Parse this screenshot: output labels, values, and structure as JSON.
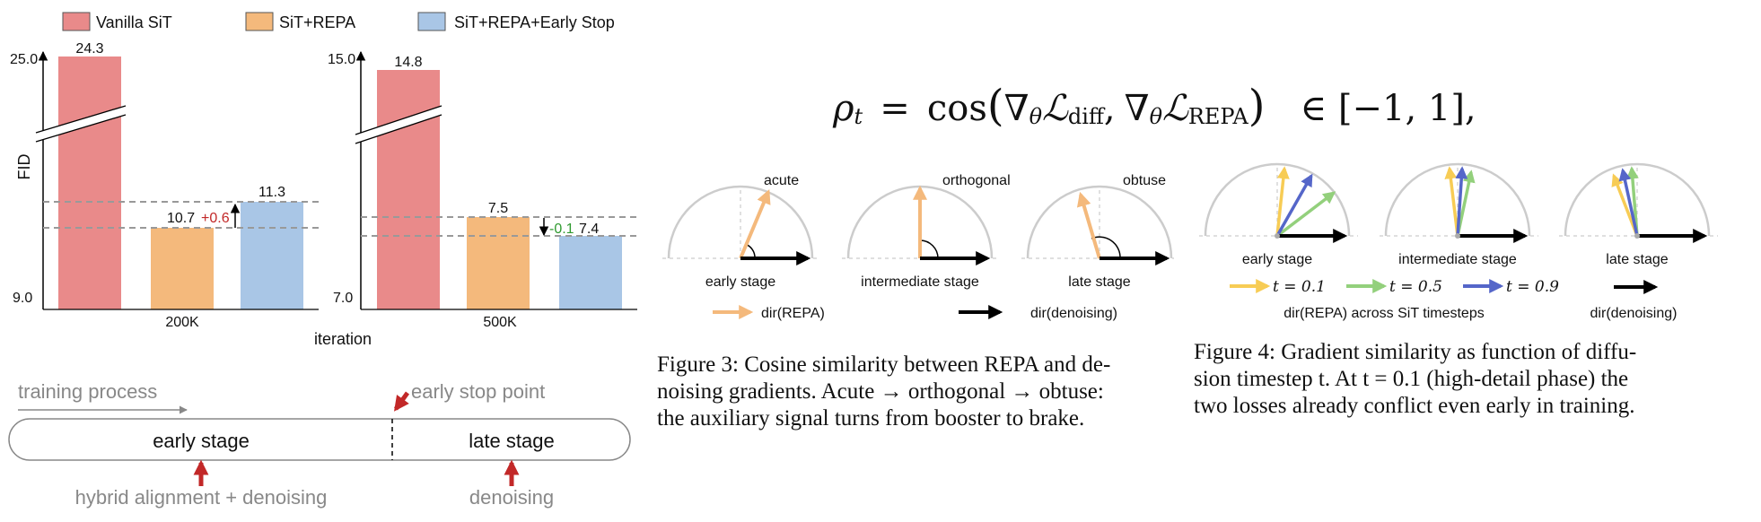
{
  "legend": {
    "vanilla": "Vanilla SiT",
    "repa": "SiT+REPA",
    "early_stop": "SiT+REPA+Early Stop"
  },
  "colors": {
    "vanilla": "#e98a8a",
    "repa": "#f4b97c",
    "early_stop": "#a9c6e6",
    "blue_arrow": "#5566c9",
    "green_arrow": "#93d07c",
    "orange_arrow": "#f4b97c",
    "yellow_arrow": "#f7cc55",
    "red_marker": "#c22828"
  },
  "chart_data": [
    {
      "type": "bar",
      "categories": [
        "Vanilla SiT",
        "SiT+REPA",
        "SiT+REPA+Early Stop"
      ],
      "values": [
        24.3,
        10.7,
        11.3
      ],
      "value_labels": [
        "24.3",
        "10.7",
        "11.3"
      ],
      "delta_label": "+0.6",
      "ytick_top": "25.0",
      "ytick_bottom": "9.0",
      "ylim": [
        9.0,
        25.0
      ],
      "axis_break": true,
      "xlabel": "200K",
      "ylabel": "FID"
    },
    {
      "type": "bar",
      "categories": [
        "Vanilla SiT",
        "SiT+REPA",
        "SiT+REPA+Early Stop"
      ],
      "values": [
        14.8,
        7.5,
        7.4
      ],
      "value_labels": [
        "14.8",
        "7.5",
        "7.4"
      ],
      "delta_label": "-0.1",
      "ytick_top": "15.0",
      "ytick_bottom": "7.0",
      "ylim": [
        7.0,
        15.0
      ],
      "axis_break": true,
      "xlabel": "500K"
    }
  ],
  "shared_xlabel": "iteration",
  "timeline": {
    "process_label": "training process",
    "stop_label": "early stop point",
    "early": "early stage",
    "late": "late stage",
    "early_desc": "hybrid alignment + denoising",
    "late_desc": "denoising"
  },
  "equation": {
    "lhs": "ρ",
    "lhs_sub": "t",
    "eq": "=",
    "cos": "cos",
    "nabla": "∇",
    "theta": "θ",
    "L": "ℒ",
    "diff": "diff",
    "repa": "REPA",
    "sep": ",",
    "range": "∈ [−1, 1],"
  },
  "fig3": {
    "panels": [
      {
        "angle_label": "acute",
        "stage": "early stage"
      },
      {
        "angle_label": "orthogonal",
        "stage": "intermediate stage"
      },
      {
        "angle_label": "obtuse",
        "stage": "late stage"
      }
    ],
    "legend_repa": "dir(REPA)",
    "legend_denoise": "dir(denoising)",
    "caption_lines": [
      "Figure 3: Cosine similarity between REPA and de-",
      "noising gradients. Acute → orthogonal → obtuse:",
      "the auxiliary signal turns from booster to brake."
    ]
  },
  "fig4": {
    "stages": [
      "early stage",
      "intermediate stage",
      "late stage"
    ],
    "t_labels": [
      "t = 0.1",
      "t = 0.5",
      "t = 0.9"
    ],
    "legend_note": "dir(REPA) across SiT timesteps",
    "legend_denoise": "dir(denoising)",
    "caption_lines": [
      "Figure 4: Gradient similarity as function of diffu-",
      "sion timestep t. At t = 0.1 (high-detail phase) the",
      "two losses already conflict even early in training."
    ]
  }
}
